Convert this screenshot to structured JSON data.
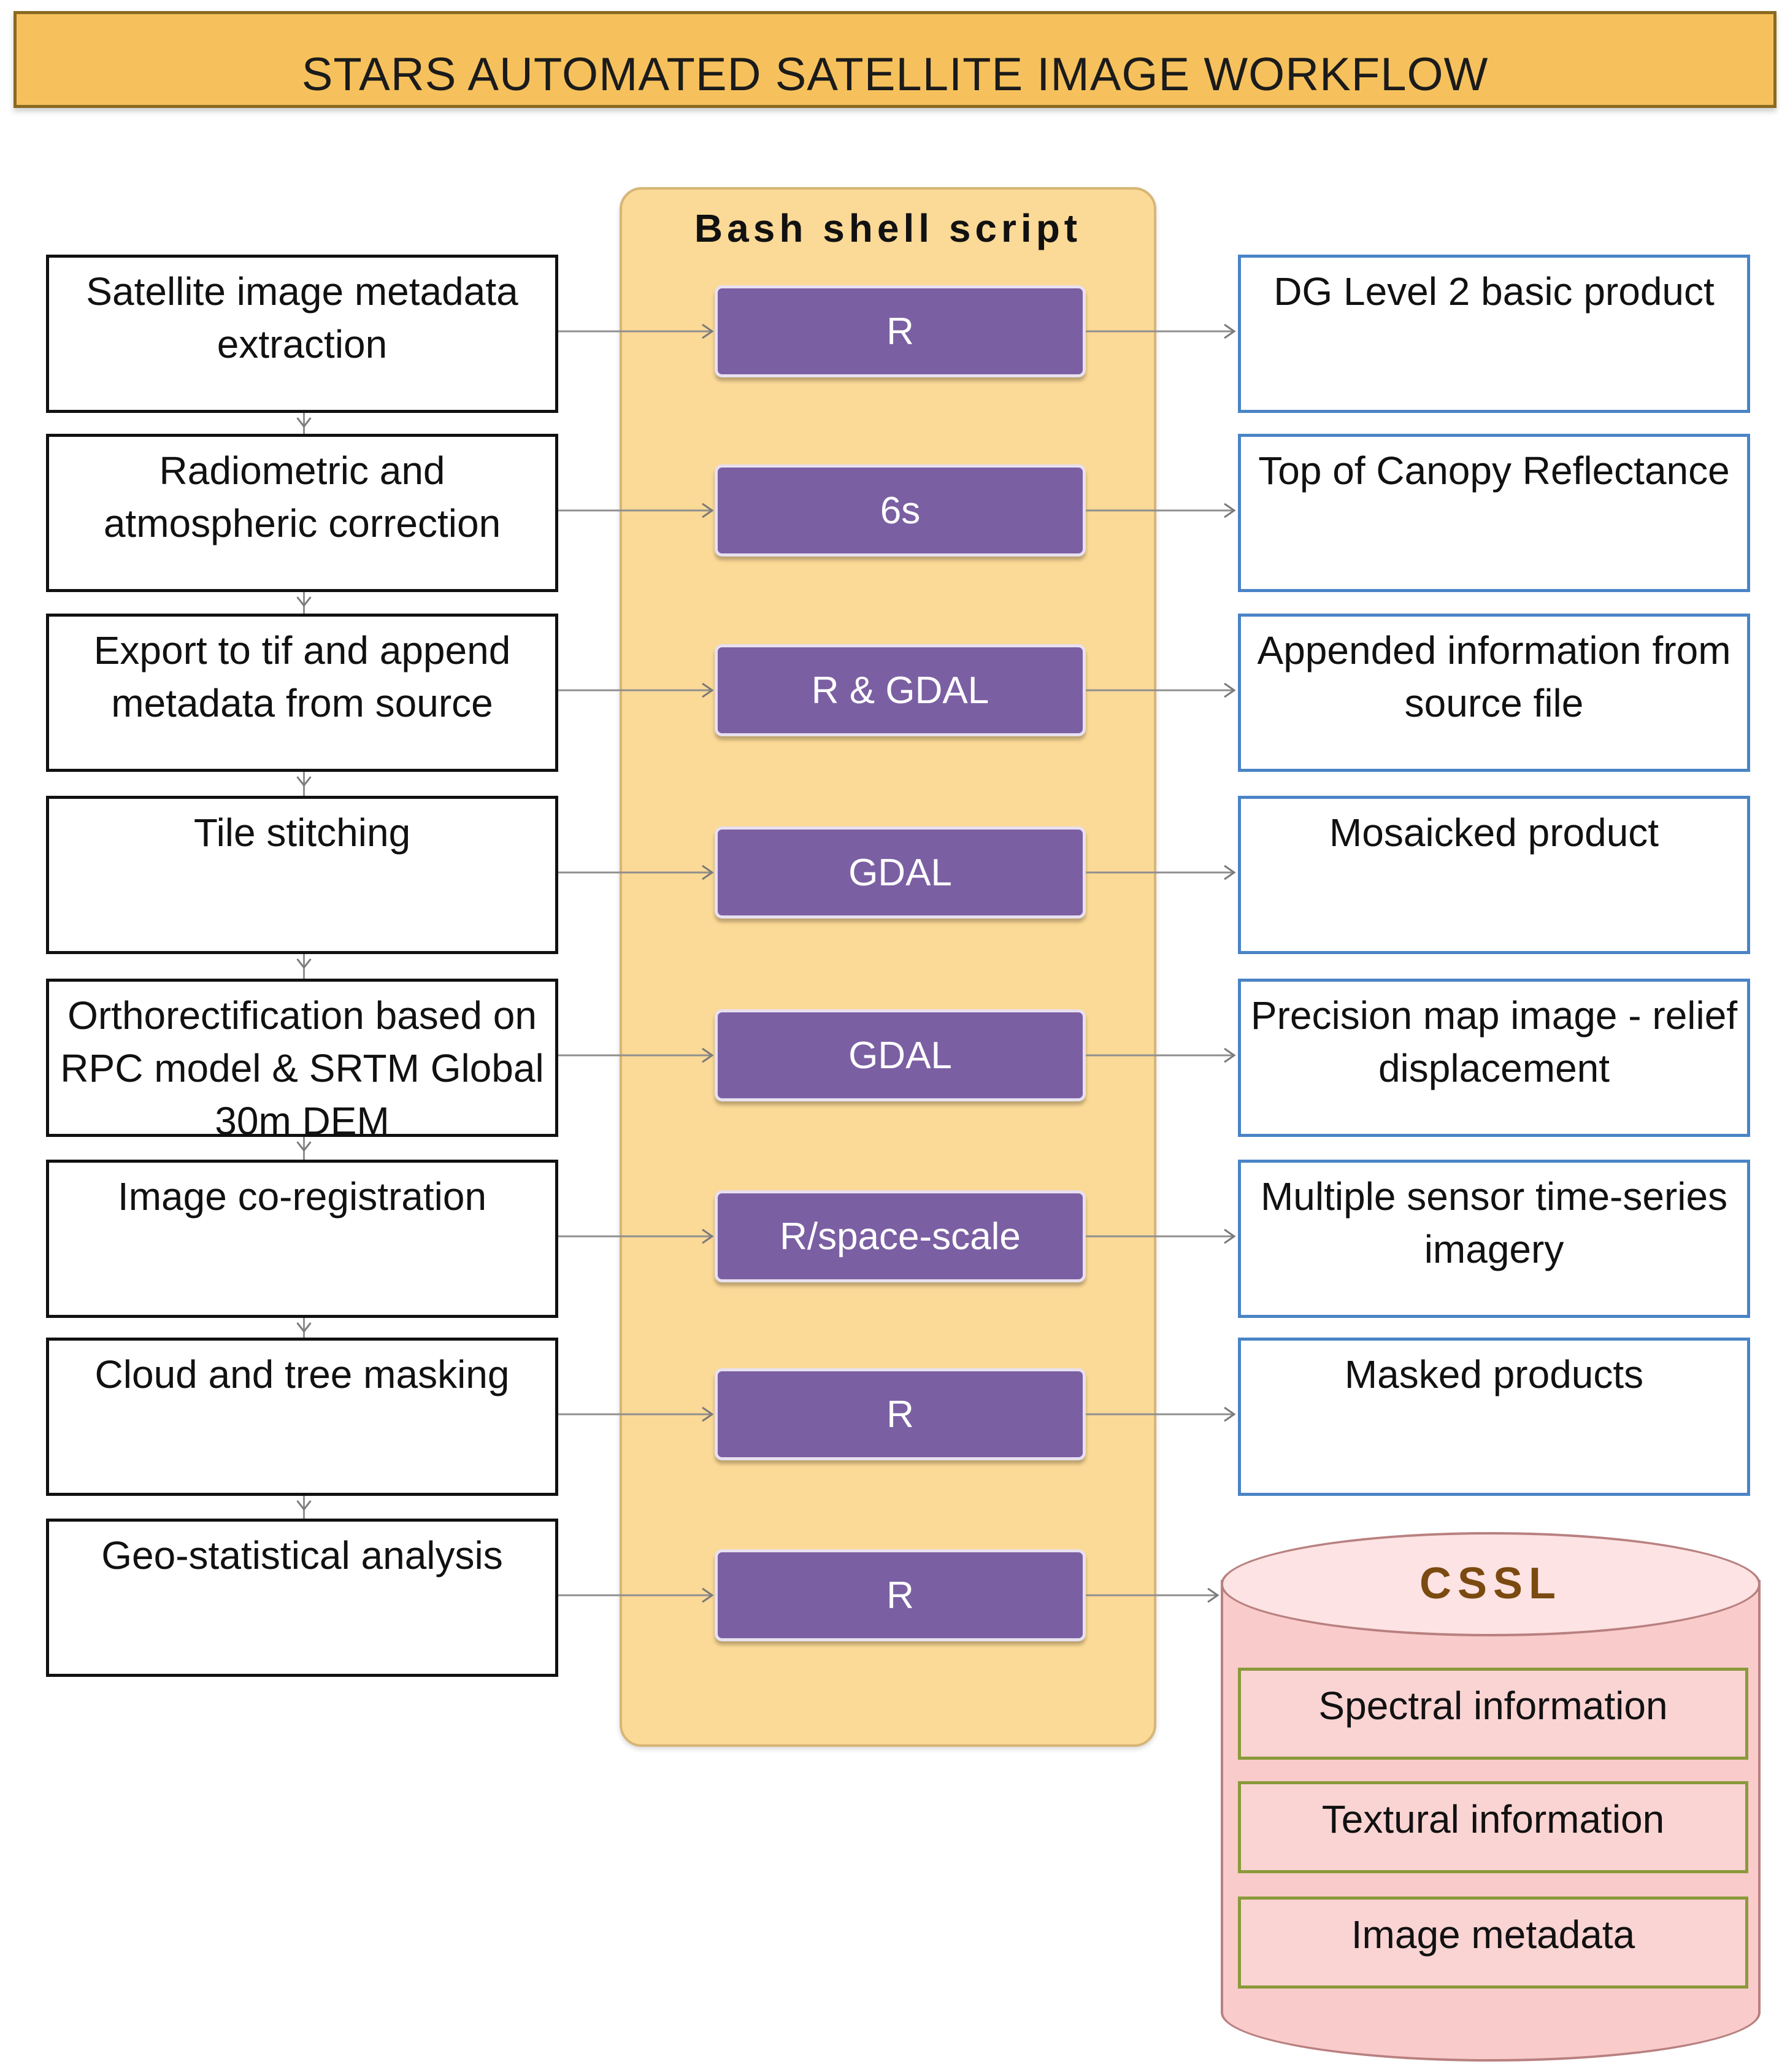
{
  "title": "STARS AUTOMATED SATELLITE IMAGE WORKFLOW",
  "bash_title": "Bash shell script",
  "rows": [
    {
      "step": "Satellite image metadata extraction",
      "tool": "R",
      "output": "DG Level 2 basic product"
    },
    {
      "step": "Radiometric and atmospheric correction",
      "tool": "6s",
      "output": "Top of Canopy Reflectance"
    },
    {
      "step": "Export to tif and append metadata from source",
      "tool": "R & GDAL",
      "output": "Appended information from source file"
    },
    {
      "step": "Tile stitching",
      "tool": "GDAL",
      "output": "Mosaicked product"
    },
    {
      "step": "Orthorectification based on RPC model & SRTM Global 30m DEM",
      "tool": "GDAL",
      "output": "Precision map image - relief displacement"
    },
    {
      "step": "Image co-registration",
      "tool": "R/space-scale",
      "output": "Multiple sensor time-series imagery"
    },
    {
      "step": "Cloud and tree masking",
      "tool": "R",
      "output": "Masked products"
    },
    {
      "step": "Geo-statistical analysis",
      "tool": "R",
      "output": null
    }
  ],
  "database": {
    "name": "CSSL",
    "items": [
      "Spectral information",
      "Textural information",
      "Image metadata"
    ]
  },
  "colors": {
    "title_fill": "#f6c15c",
    "panel_fill": "#fbd996",
    "tool_fill": "#7b5fa3",
    "output_border": "#4a84c6",
    "db_fill": "#f9cbcb",
    "db_item_border": "#8a9a3a"
  }
}
